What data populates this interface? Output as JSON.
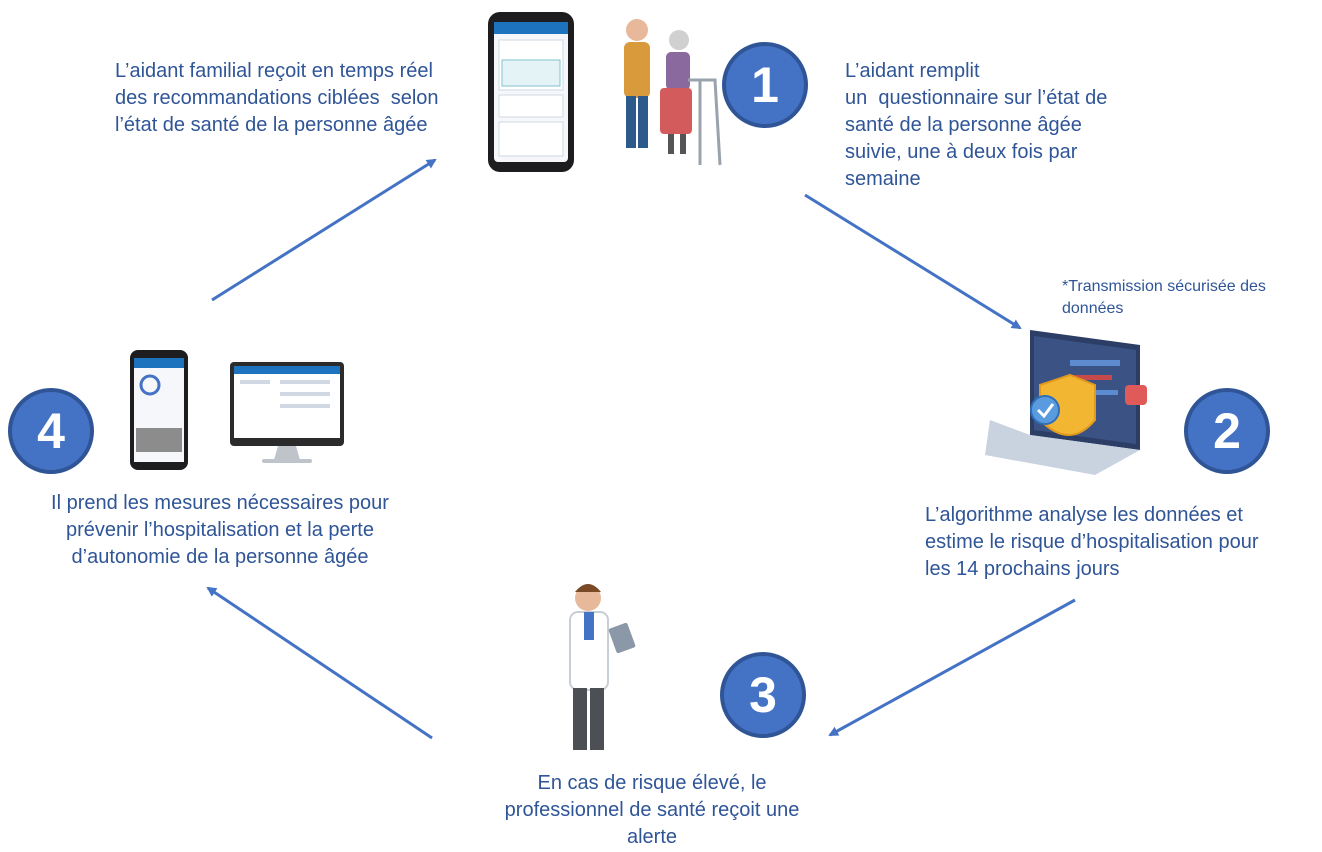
{
  "step1": {
    "number": "1",
    "lines": [
      "L’aidant remplit",
      "un  questionnaire sur l’état de",
      "santé de la personne âgée",
      "suivie, une à deux fois par",
      "semaine"
    ]
  },
  "step2": {
    "number": "2",
    "note_lines": [
      "*Transmission sécurisée des",
      "données"
    ],
    "lines": [
      "L’algorithme analyse les données et",
      "estime le risque d’hospitalisation pour",
      "les 14 prochains jours"
    ]
  },
  "step3": {
    "number": "3",
    "lines": [
      "En cas de risque élevé, le",
      "professionnel de santé reçoit une",
      "alerte"
    ]
  },
  "step4": {
    "number": "4",
    "lines": [
      "Il prend les mesures nécessaires pour",
      "prévenir l’hospitalisation et la perte",
      "d’autonomie de la personne âgée"
    ]
  },
  "feedback": {
    "lines": [
      "L’aidant familial reçoit en temps réel",
      "des recommandations ciblées  selon",
      "l’état de santé de la personne âgée"
    ]
  },
  "colors": {
    "text": "#2F5597",
    "circle_fill": "#4472C4",
    "arrow": "#4472C4"
  },
  "icons": {
    "phone": "smartphone-questionnaire-icon",
    "caregiver": "caregiver-with-elderly-icon",
    "laptop": "secure-laptop-icon",
    "doctor": "doctor-with-tablet-icon",
    "dashboard": "phone-and-monitor-dashboard-icon"
  }
}
